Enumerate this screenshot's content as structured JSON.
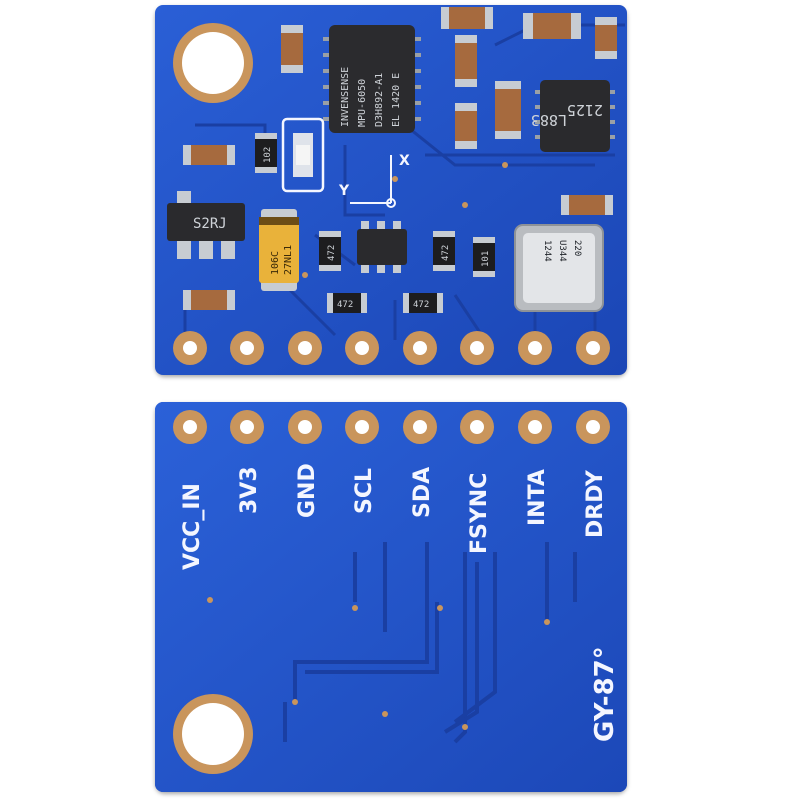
{
  "front": {
    "mpu_chip": {
      "lines": [
        "INVENSENSE",
        "MPU-6050",
        "D3H892-A1",
        "EL 1420 E"
      ]
    },
    "mag_chip": {
      "lines": [
        "L883",
        "2125"
      ]
    },
    "baro_chip": {
      "lines": [
        "220",
        "U344",
        "1244"
      ]
    },
    "regulator": "S2RJ",
    "tantalum_cap": {
      "lines": [
        "106C",
        "27NL1"
      ]
    },
    "resistor_102": "102",
    "resistor_101": "101",
    "resistor_472_a": "472",
    "resistor_472_b": "472",
    "resistor_472_c": "472",
    "resistor_472_d": "472",
    "axis_x": "X",
    "axis_y": "Y"
  },
  "back": {
    "pins": [
      "VCC_IN",
      "3V3",
      "GND",
      "SCL",
      "SDA",
      "FSYNC",
      "INTA",
      "DRDY"
    ],
    "model": "GY-87°"
  },
  "colors": {
    "pcb_blue": "#1f4fc4",
    "pad_gold": "#c9955c",
    "silkscreen": "#f4f6ff"
  }
}
